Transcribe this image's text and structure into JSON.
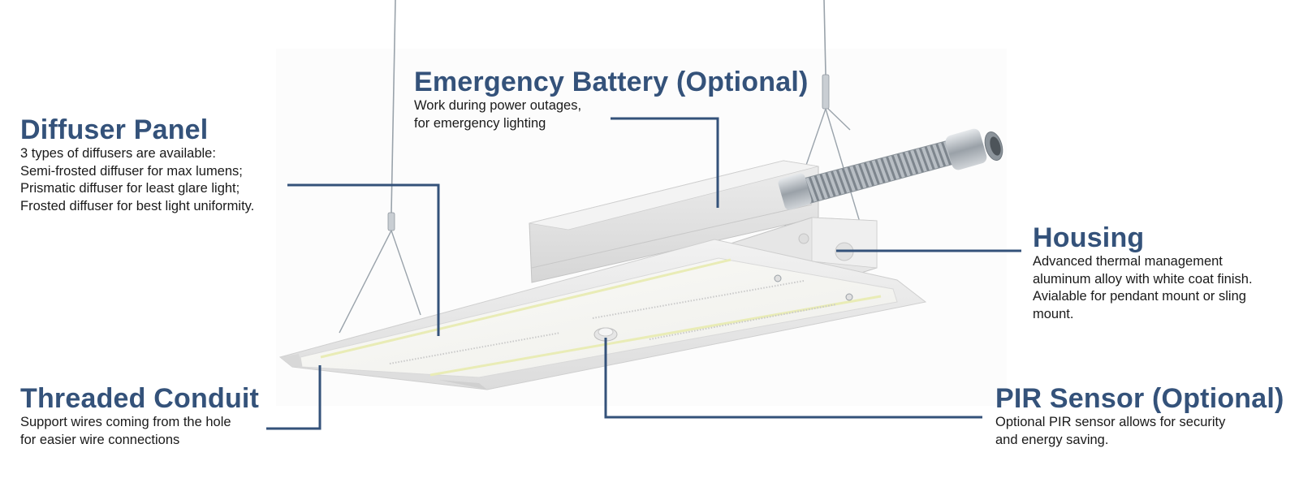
{
  "diagram": {
    "subject": "LED linear high bay fixture",
    "accent_color": "#34527a",
    "callouts": [
      {
        "id": "diffuser",
        "title": "Diffuser Panel",
        "lines": [
          "3 types of diffusers are available:",
          "Semi-frosted diffuser for max lumens;",
          "Prismatic diffuser for least glare light;",
          "Frosted diffuser for best light uniformity."
        ]
      },
      {
        "id": "battery",
        "title": "Emergency Battery (Optional)",
        "lines": [
          "Work during power outages,",
          "for emergency lighting"
        ]
      },
      {
        "id": "housing",
        "title": "Housing",
        "lines": [
          "Advanced thermal management",
          "aluminum alloy with white coat finish.",
          "Avialable for pendant mount or sling",
          "mount."
        ]
      },
      {
        "id": "conduit",
        "title": "Threaded Conduit",
        "lines": [
          "Support wires coming from the hole",
          "for easier wire connections"
        ]
      },
      {
        "id": "pir",
        "title": "PIR Sensor (Optional)",
        "lines": [
          "Optional PIR sensor allows for security",
          "and energy saving."
        ]
      }
    ]
  }
}
